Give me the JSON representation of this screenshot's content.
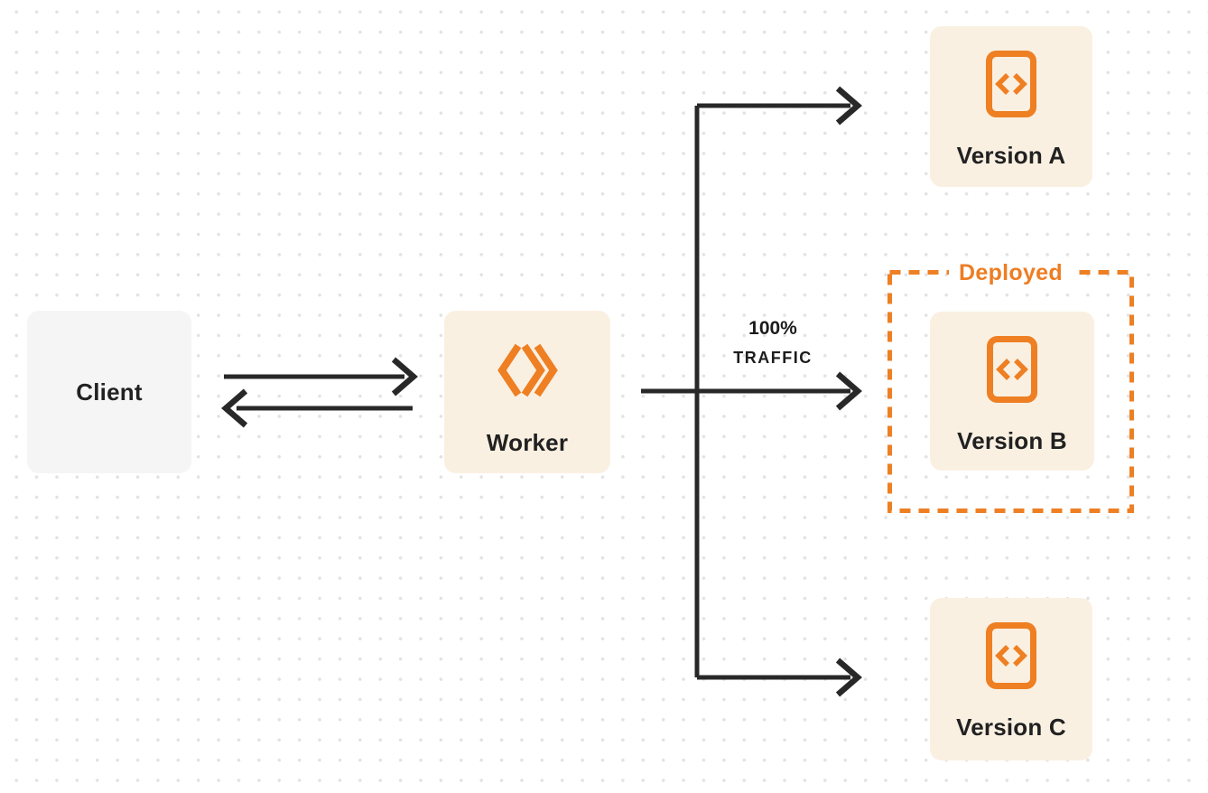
{
  "colors": {
    "background": "#ffffff",
    "dot_grid": "#e2e2e2",
    "accent_orange": "#ee7f23",
    "node_cream": "#faf0e2",
    "node_gray": "#f5f5f6",
    "arrow_dark": "#282828",
    "text_dark": "#212121"
  },
  "nodes": {
    "client": {
      "label": "Client"
    },
    "worker": {
      "label": "Worker",
      "icon": "cloudflare-workers-logo-icon"
    },
    "version_a": {
      "label": "Version A",
      "icon": "code-file-icon"
    },
    "version_b": {
      "label": "Version B",
      "icon": "code-file-icon"
    },
    "version_c": {
      "label": "Version C",
      "icon": "code-file-icon"
    }
  },
  "annotations": {
    "deployed_label": "Deployed",
    "traffic_percent": "100%",
    "traffic_word": "TRAFFIC"
  },
  "edges": [
    {
      "from": "client",
      "to": "worker",
      "direction": "right"
    },
    {
      "from": "worker",
      "to": "client",
      "direction": "left"
    },
    {
      "from": "worker",
      "to": "version_a",
      "direction": "right"
    },
    {
      "from": "worker",
      "to": "version_b",
      "direction": "right",
      "label": "100% TRAFFIC"
    },
    {
      "from": "worker",
      "to": "version_c",
      "direction": "right"
    }
  ]
}
